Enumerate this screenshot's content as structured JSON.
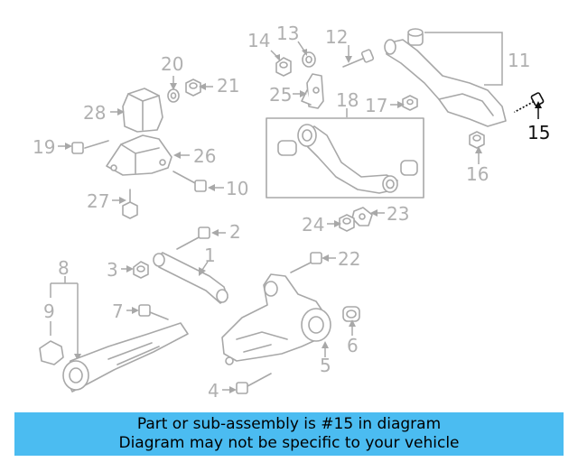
{
  "diagram": {
    "highlighted_part": "15",
    "callouts": [
      "1",
      "2",
      "3",
      "4",
      "5",
      "6",
      "7",
      "8",
      "9",
      "10",
      "11",
      "12",
      "13",
      "14",
      "15",
      "16",
      "17",
      "18",
      "19",
      "20",
      "21",
      "22",
      "23",
      "24",
      "25",
      "26",
      "27",
      "28"
    ]
  },
  "colors": {
    "banner": "#4bbcf1",
    "highlight": "#111111",
    "part_outline": "#a8a8a8"
  },
  "banner": {
    "line1": "Part or sub-assembly is #15 in diagram",
    "line2": "Diagram may not be specific to your vehicle"
  }
}
